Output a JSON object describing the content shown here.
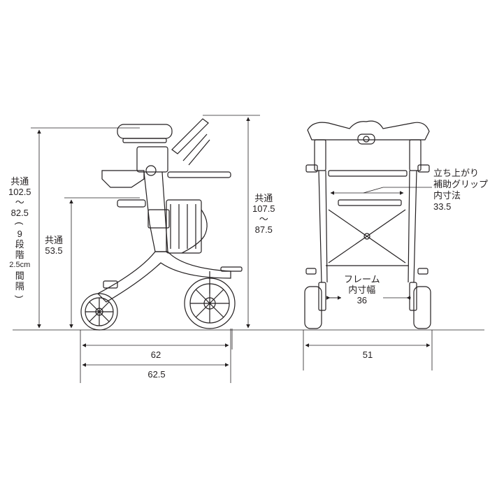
{
  "side_view": {
    "overall_height_label": "共通",
    "overall_height_max": "102.5",
    "overall_height_tilde": "～",
    "overall_height_min": "82.5",
    "overall_height_steps_open": "(",
    "overall_height_steps": "9",
    "overall_height_steps_word_1": "段",
    "overall_height_steps_word_2": "階",
    "overall_height_step_size": "2.5cm",
    "overall_height_step_word_1": "間",
    "overall_height_step_word_2": "隔",
    "overall_height_steps_close": ")",
    "seat_height_label": "共通",
    "seat_height_value": "53.5",
    "tray_height_label": "共通",
    "tray_height_max": "107.5",
    "tray_height_tilde": "～",
    "tray_height_min": "87.5",
    "base_length": "62",
    "overall_length": "62.5"
  },
  "front_view": {
    "grip_label_line1": "立ち上がり",
    "grip_label_line2": "補助グリップ",
    "grip_label_line3": "内寸法",
    "grip_value": "33.5",
    "frame_label_line1": "フレーム",
    "frame_label_line2": "内寸幅",
    "frame_value": "36",
    "overall_width": "51"
  }
}
